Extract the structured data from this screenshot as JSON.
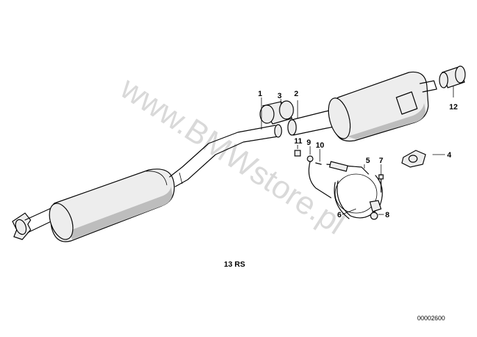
{
  "diagram": {
    "caption": "13 RS",
    "reference_number": "00002600",
    "watermark": "www.BMWstore.pl",
    "part_labels": [
      {
        "id": "1",
        "text": "1"
      },
      {
        "id": "2",
        "text": "2"
      },
      {
        "id": "3",
        "text": "3"
      },
      {
        "id": "4",
        "text": "4"
      },
      {
        "id": "5",
        "text": "5"
      },
      {
        "id": "6",
        "text": "6"
      },
      {
        "id": "7",
        "text": "7"
      },
      {
        "id": "8",
        "text": "8"
      },
      {
        "id": "9",
        "text": "9"
      },
      {
        "id": "10",
        "text": "10"
      },
      {
        "id": "11",
        "text": "11"
      },
      {
        "id": "12",
        "text": "12"
      }
    ]
  }
}
